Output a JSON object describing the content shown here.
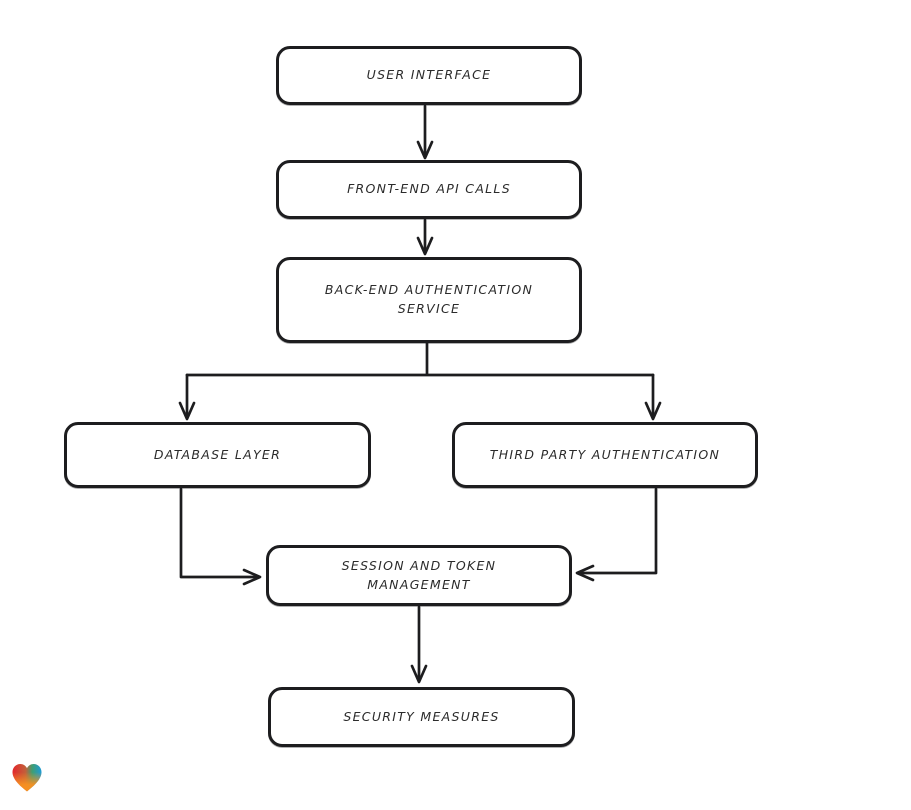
{
  "diagram": {
    "type": "flowchart",
    "background": "#ffffff",
    "nodes": [
      {
        "id": "user-interface",
        "label": "USER INTERFACE"
      },
      {
        "id": "front-end-api-calls",
        "label": "FRONT-END API CALLS"
      },
      {
        "id": "back-end-authentication-service",
        "label": "BACK-END AUTHENTICATION SERVICE"
      },
      {
        "id": "database-layer",
        "label": "DATABASE LAYER"
      },
      {
        "id": "third-party-authentication",
        "label": "THIRD PARTY AUTHENTICATION"
      },
      {
        "id": "session-and-token-management",
        "label": "SESSION AND TOKEN MANAGEMENT"
      },
      {
        "id": "security-measures",
        "label": "SECURITY MEASURES"
      }
    ],
    "edges": [
      {
        "from": "user-interface",
        "to": "front-end-api-calls"
      },
      {
        "from": "front-end-api-calls",
        "to": "back-end-authentication-service"
      },
      {
        "from": "back-end-authentication-service",
        "to": "database-layer"
      },
      {
        "from": "back-end-authentication-service",
        "to": "third-party-authentication"
      },
      {
        "from": "database-layer",
        "to": "session-and-token-management"
      },
      {
        "from": "third-party-authentication",
        "to": "session-and-token-management"
      },
      {
        "from": "session-and-token-management",
        "to": "security-measures"
      }
    ],
    "style": {
      "stroke_color": "#1d1d1f",
      "node_fill": "#ffffff",
      "text_color": "#2b2b2b"
    },
    "logo": {
      "name": "heart-logo",
      "colors": [
        "#e4272c",
        "#2f9e5f",
        "#1e9bd7",
        "#f79122"
      ]
    }
  }
}
